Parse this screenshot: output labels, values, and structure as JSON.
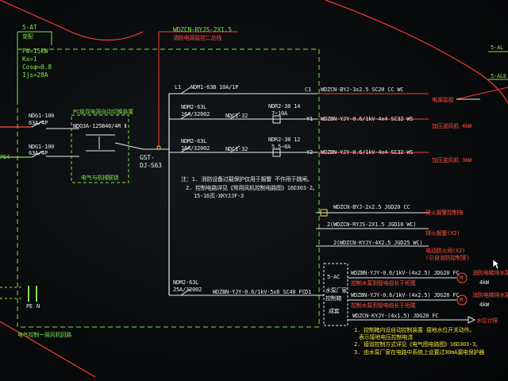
{
  "panel": {
    "id": "5-AT",
    "subtitle": "变配",
    "params": [
      "Pe=15kW",
      "Kx=1",
      "Cosφ=0.8",
      "Ijs=28A"
    ]
  },
  "feeder_top": {
    "cable": "WDZCN-RYJS-2X1.5",
    "note": "消防电源监控二总线"
  },
  "left_switches": [
    {
      "model": "NDG1-100",
      "rating": "63A/4P"
    },
    {
      "model": "NDG1-100",
      "rating": "63A/4P"
    }
  ],
  "left_label_pe": "PE4",
  "ats": {
    "caption": "PC级双电源自动切换装置",
    "model": "NDQ3A-125B40/4R Ⅱ",
    "note": "电气与机械联锁"
  },
  "gst": {
    "line1": "GST-",
    "line2": "DJ-S63"
  },
  "circuits": [
    {
      "breaker": "NDM1-63B 10A/1P",
      "phase": "L1",
      "id": "C1",
      "cable": "WDZCN-BYJ-3x2.5 SC20 CC WC",
      "load": "电源监视"
    },
    {
      "breaker": "NDM2-63L",
      "rating": "16A/32002",
      "contactor": "NDC1-32",
      "relay": "NDR2-38 14",
      "relay_range": "7~10A",
      "id": "Y1",
      "cable": "WDZBN-YJY-0.6/1kV-4x4 SC32 WS",
      "load": "加压送风机 4kW"
    },
    {
      "breaker": "NDM2-63L",
      "rating": "16A/32002",
      "contactor": "NDC1-32",
      "relay": "NDR2-38 12",
      "relay_range": "5.5~8A",
      "id": "Y2",
      "cable": "WDZBN-YJY-0.6/1kV-4x4 SC32 WS",
      "load": "加压送风机 3kW"
    }
  ],
  "note_block": [
    "注：1. 消防设备过载保护仅用于报警 不作用于跳闸。",
    "2. 控制电路详见《常用风机控制电路图》16D303-2。",
    "15-16页-XKYJJF-3"
  ],
  "right_rows": [
    {
      "cable": "WDZCN-BYJ-2x2.5 JGD20 CC",
      "load": "排火报警控制电"
    },
    {
      "cable": "2(WDZCN-RYJS-2X1.5 JGD16 WC)",
      "load": "排火报警(X2)"
    },
    {
      "cable": "2(WDZCN-KYJY-4X2.5 JGD25 WC)",
      "load": "电动防火阀(X2)",
      "load2": "(引自消防控制室)"
    }
  ],
  "bottom_feeder": {
    "breaker": "NDM2-63L",
    "rating": "25A/32002",
    "cable": "WDZBN-YJY-0.6/1kV-5x6 SC40 FC",
    "id": "D1",
    "box_id": "5-AC",
    "box_l1": "水泵厂家",
    "box_l2": "控制箱",
    "box_l3": "成套"
  },
  "pumps": [
    {
      "cable": "WDZBN-YJY-0.6/1kV-(4x2.5) JDG20 FC",
      "note": "控制水泵到管电缆长于柜尾",
      "motor": "M",
      "name": "消防电梯排水泵",
      "power": "4kW"
    },
    {
      "cable": "WDZBN-YJY-0.6/1kV-(4x2.5) JDG20 FC",
      "note": "控制水泵到管电缆长于柜尾",
      "motor": "M",
      "name": "消防电梯排水泵",
      "power": "4kW"
    }
  ],
  "bottom_row": {
    "cable": "WDZCN-KYJY-(4x1.5) JDG20 FC",
    "load": "水位计探"
  },
  "bottom_notes": [
    "1. 控制箱内设自动控制装置 接地水位开关动作。",
    "表示接地电压控制电流",
    "2. 接驳控制方式详见《电气图电路图》16D303-3。",
    "3. 由水泵厂家在电路中系统上设置过30mA漏电保护器"
  ],
  "pe_n": {
    "pe": "PE",
    "n": "N"
  },
  "footer": "电气控制一层风机回路",
  "edge_top_right": "5-AL",
  "edge_right": "5-ALE"
}
